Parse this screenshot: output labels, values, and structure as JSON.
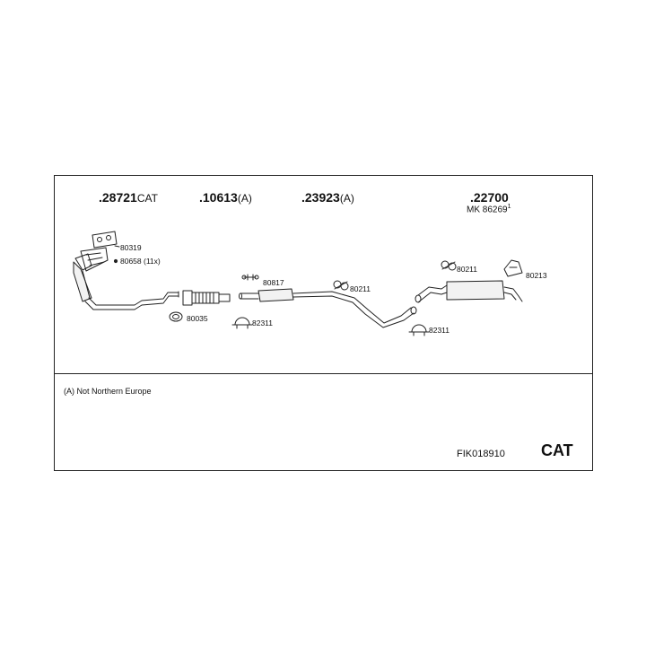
{
  "groups": [
    {
      "number": ".28721",
      "suffix": "CAT"
    },
    {
      "number": ".10613",
      "suffix": "(A)"
    },
    {
      "number": ".23923",
      "suffix": "(A)"
    },
    {
      "number": ".22700",
      "suffix": ""
    }
  ],
  "sub_header": {
    "prefix": "MK",
    "number": "86269",
    "mark": "1"
  },
  "parts": [
    "80319",
    "80658 (11x)",
    "80035",
    "80817",
    "82311",
    "80211",
    "82311",
    "80211",
    "80213"
  ],
  "note": "(A) Not Northern Europe",
  "product_code": "FIK018910",
  "brand": "CAT",
  "colors": {
    "line": "#222222",
    "text": "#111111",
    "background": "#ffffff"
  }
}
